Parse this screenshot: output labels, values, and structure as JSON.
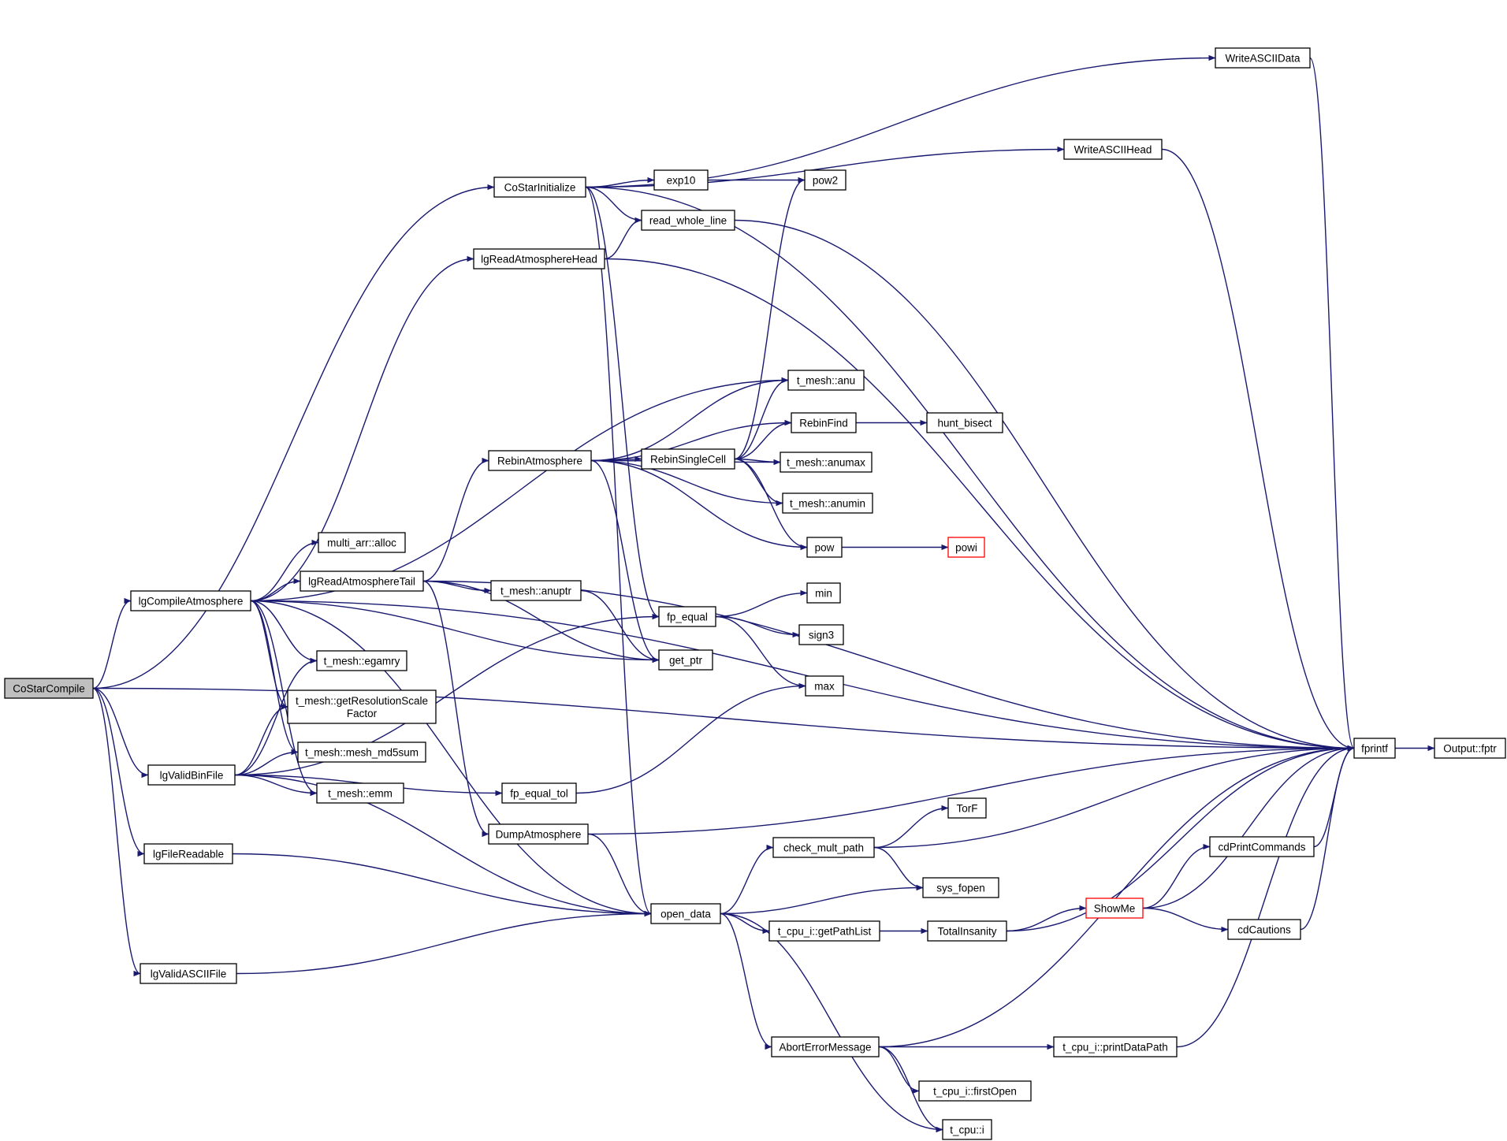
{
  "graph": {
    "nodes": [
      {
        "id": "CoStarCompile",
        "lines": [
          "CoStarCompile"
        ],
        "root": true
      },
      {
        "id": "lgCompileAtmosphere",
        "lines": [
          "lgCompileAtmosphere"
        ]
      },
      {
        "id": "lgValidBinFile",
        "lines": [
          "lgValidBinFile"
        ]
      },
      {
        "id": "lgFileReadable",
        "lines": [
          "lgFileReadable"
        ]
      },
      {
        "id": "lgValidASCIIFile",
        "lines": [
          "lgValidASCIIFile"
        ]
      },
      {
        "id": "CoStarInitialize",
        "lines": [
          "CoStarInitialize"
        ]
      },
      {
        "id": "lgReadAtmosphereHead",
        "lines": [
          "lgReadAtmosphereHead"
        ]
      },
      {
        "id": "multi_arr_alloc",
        "lines": [
          "multi_arr::alloc"
        ]
      },
      {
        "id": "lgReadAtmosphereTail",
        "lines": [
          "lgReadAtmosphereTail"
        ]
      },
      {
        "id": "t_mesh_egamry",
        "lines": [
          "t_mesh::egamry"
        ]
      },
      {
        "id": "t_mesh_getRes",
        "lines": [
          "t_mesh::getResolutionScale",
          "Factor"
        ]
      },
      {
        "id": "t_mesh_md5",
        "lines": [
          "t_mesh::mesh_md5sum"
        ]
      },
      {
        "id": "t_mesh_emm",
        "lines": [
          "t_mesh::emm"
        ]
      },
      {
        "id": "RebinAtmosphere",
        "lines": [
          "RebinAtmosphere"
        ]
      },
      {
        "id": "t_mesh_anuptr",
        "lines": [
          "t_mesh::anuptr"
        ]
      },
      {
        "id": "fp_equal_tol",
        "lines": [
          "fp_equal_tol"
        ]
      },
      {
        "id": "DumpAtmosphere",
        "lines": [
          "DumpAtmosphere"
        ]
      },
      {
        "id": "exp10",
        "lines": [
          "exp10"
        ]
      },
      {
        "id": "read_whole_line",
        "lines": [
          "read_whole_line"
        ]
      },
      {
        "id": "RebinSingleCell",
        "lines": [
          "RebinSingleCell"
        ]
      },
      {
        "id": "fp_equal",
        "lines": [
          "fp_equal"
        ]
      },
      {
        "id": "get_ptr",
        "lines": [
          "get_ptr"
        ]
      },
      {
        "id": "open_data",
        "lines": [
          "open_data"
        ]
      },
      {
        "id": "pow2",
        "lines": [
          "pow2"
        ]
      },
      {
        "id": "t_mesh_anu",
        "lines": [
          "t_mesh::anu"
        ]
      },
      {
        "id": "RebinFind",
        "lines": [
          "RebinFind"
        ]
      },
      {
        "id": "t_mesh_anumax",
        "lines": [
          "t_mesh::anumax"
        ]
      },
      {
        "id": "t_mesh_anumin",
        "lines": [
          "t_mesh::anumin"
        ]
      },
      {
        "id": "pow",
        "lines": [
          "pow"
        ]
      },
      {
        "id": "min",
        "lines": [
          "min"
        ]
      },
      {
        "id": "sign3",
        "lines": [
          "sign3"
        ]
      },
      {
        "id": "max",
        "lines": [
          "max"
        ]
      },
      {
        "id": "hunt_bisect",
        "lines": [
          "hunt_bisect"
        ]
      },
      {
        "id": "powi",
        "lines": [
          "powi"
        ],
        "truncated": true
      },
      {
        "id": "check_mult_path",
        "lines": [
          "check_mult_path"
        ]
      },
      {
        "id": "t_cpu_i_getPathList",
        "lines": [
          "t_cpu_i::getPathList"
        ]
      },
      {
        "id": "AbortErrorMessage",
        "lines": [
          "AbortErrorMessage"
        ]
      },
      {
        "id": "TorF",
        "lines": [
          "TorF"
        ]
      },
      {
        "id": "sys_fopen",
        "lines": [
          "sys_fopen"
        ]
      },
      {
        "id": "TotalInsanity",
        "lines": [
          "TotalInsanity"
        ]
      },
      {
        "id": "t_cpu_i_firstOpen",
        "lines": [
          "t_cpu_i::firstOpen"
        ]
      },
      {
        "id": "t_cpu_i",
        "lines": [
          "t_cpu::i"
        ]
      },
      {
        "id": "t_cpu_i_printDataPath",
        "lines": [
          "t_cpu_i::printDataPath"
        ]
      },
      {
        "id": "ShowMe",
        "lines": [
          "ShowMe"
        ],
        "truncated": true
      },
      {
        "id": "WriteASCIIData",
        "lines": [
          "WriteASCIIData"
        ]
      },
      {
        "id": "WriteASCIIHead",
        "lines": [
          "WriteASCIIHead"
        ]
      },
      {
        "id": "cdPrintCommands",
        "lines": [
          "cdPrintCommands"
        ]
      },
      {
        "id": "cdCautions",
        "lines": [
          "cdCautions"
        ]
      },
      {
        "id": "fprintf",
        "lines": [
          "fprintf"
        ]
      },
      {
        "id": "Output_fptr",
        "lines": [
          "Output::fptr"
        ]
      }
    ],
    "edges": [
      [
        "CoStarCompile",
        "fprintf"
      ],
      [
        "CoStarCompile",
        "CoStarInitialize"
      ],
      [
        "CoStarCompile",
        "lgCompileAtmosphere"
      ],
      [
        "CoStarCompile",
        "lgValidBinFile"
      ],
      [
        "CoStarCompile",
        "lgFileReadable"
      ],
      [
        "CoStarCompile",
        "lgValidASCIIFile"
      ],
      [
        "CoStarInitialize",
        "WriteASCIIData"
      ],
      [
        "CoStarInitialize",
        "fprintf"
      ],
      [
        "CoStarInitialize",
        "WriteASCIIHead"
      ],
      [
        "CoStarInitialize",
        "exp10"
      ],
      [
        "CoStarInitialize",
        "read_whole_line"
      ],
      [
        "CoStarInitialize",
        "fp_equal"
      ],
      [
        "CoStarInitialize",
        "open_data"
      ],
      [
        "lgReadAtmosphereHead",
        "read_whole_line"
      ],
      [
        "lgReadAtmosphereHead",
        "fprintf"
      ],
      [
        "lgCompileAtmosphere",
        "lgReadAtmosphereHead"
      ],
      [
        "lgCompileAtmosphere",
        "fprintf"
      ],
      [
        "lgCompileAtmosphere",
        "t_mesh_anu"
      ],
      [
        "lgCompileAtmosphere",
        "get_ptr"
      ],
      [
        "lgCompileAtmosphere",
        "multi_arr_alloc"
      ],
      [
        "lgCompileAtmosphere",
        "lgReadAtmosphereTail"
      ],
      [
        "lgCompileAtmosphere",
        "t_mesh_egamry"
      ],
      [
        "lgCompileAtmosphere",
        "t_mesh_getRes"
      ],
      [
        "lgCompileAtmosphere",
        "t_mesh_md5"
      ],
      [
        "lgCompileAtmosphere",
        "t_mesh_emm"
      ],
      [
        "lgCompileAtmosphere",
        "open_data"
      ],
      [
        "lgReadAtmosphereTail",
        "RebinAtmosphere"
      ],
      [
        "lgReadAtmosphereTail",
        "t_mesh_anuptr"
      ],
      [
        "lgReadAtmosphereTail",
        "get_ptr"
      ],
      [
        "lgReadAtmosphereTail",
        "fprintf"
      ],
      [
        "lgReadAtmosphereTail",
        "DumpAtmosphere"
      ],
      [
        "lgValidBinFile",
        "t_mesh_egamry"
      ],
      [
        "lgValidBinFile",
        "t_mesh_getRes"
      ],
      [
        "lgValidBinFile",
        "t_mesh_md5"
      ],
      [
        "lgValidBinFile",
        "t_mesh_emm"
      ],
      [
        "lgValidBinFile",
        "fp_equal"
      ],
      [
        "lgValidBinFile",
        "fp_equal_tol"
      ],
      [
        "lgValidBinFile",
        "open_data"
      ],
      [
        "lgFileReadable",
        "open_data"
      ],
      [
        "lgValidASCIIFile",
        "open_data"
      ],
      [
        "RebinAtmosphere",
        "t_mesh_anu"
      ],
      [
        "RebinAtmosphere",
        "RebinFind"
      ],
      [
        "RebinAtmosphere",
        "RebinSingleCell"
      ],
      [
        "RebinAtmosphere",
        "t_mesh_anumax"
      ],
      [
        "RebinAtmosphere",
        "t_mesh_anumin"
      ],
      [
        "RebinAtmosphere",
        "pow"
      ],
      [
        "RebinAtmosphere",
        "get_ptr"
      ],
      [
        "RebinSingleCell",
        "pow2"
      ],
      [
        "RebinSingleCell",
        "t_mesh_anu"
      ],
      [
        "RebinSingleCell",
        "RebinFind"
      ],
      [
        "RebinSingleCell",
        "t_mesh_anumax"
      ],
      [
        "RebinSingleCell",
        "t_mesh_anumin"
      ],
      [
        "RebinSingleCell",
        "pow"
      ],
      [
        "t_mesh_anuptr",
        "get_ptr"
      ],
      [
        "exp10",
        "pow2"
      ],
      [
        "read_whole_line",
        "fprintf"
      ],
      [
        "RebinFind",
        "hunt_bisect"
      ],
      [
        "pow",
        "powi"
      ],
      [
        "fp_equal",
        "min"
      ],
      [
        "fp_equal",
        "sign3"
      ],
      [
        "fp_equal",
        "max"
      ],
      [
        "fp_equal_tol",
        "max"
      ],
      [
        "DumpAtmosphere",
        "fprintf"
      ],
      [
        "DumpAtmosphere",
        "open_data"
      ],
      [
        "open_data",
        "check_mult_path"
      ],
      [
        "open_data",
        "sys_fopen"
      ],
      [
        "open_data",
        "t_cpu_i_getPathList"
      ],
      [
        "open_data",
        "AbortErrorMessage"
      ],
      [
        "open_data",
        "t_cpu_i"
      ],
      [
        "check_mult_path",
        "TorF"
      ],
      [
        "check_mult_path",
        "sys_fopen"
      ],
      [
        "check_mult_path",
        "fprintf"
      ],
      [
        "t_cpu_i_getPathList",
        "TotalInsanity"
      ],
      [
        "TotalInsanity",
        "ShowMe"
      ],
      [
        "TotalInsanity",
        "fprintf"
      ],
      [
        "ShowMe",
        "cdPrintCommands"
      ],
      [
        "ShowMe",
        "fprintf"
      ],
      [
        "ShowMe",
        "cdCautions"
      ],
      [
        "cdPrintCommands",
        "fprintf"
      ],
      [
        "cdCautions",
        "fprintf"
      ],
      [
        "AbortErrorMessage",
        "fprintf"
      ],
      [
        "AbortErrorMessage",
        "t_cpu_i_printDataPath"
      ],
      [
        "AbortErrorMessage",
        "t_cpu_i_firstOpen"
      ],
      [
        "AbortErrorMessage",
        "t_cpu_i"
      ],
      [
        "t_cpu_i_printDataPath",
        "fprintf"
      ],
      [
        "WriteASCIIData",
        "fprintf"
      ],
      [
        "WriteASCIIHead",
        "fprintf"
      ],
      [
        "fprintf",
        "Output_fptr"
      ]
    ]
  }
}
